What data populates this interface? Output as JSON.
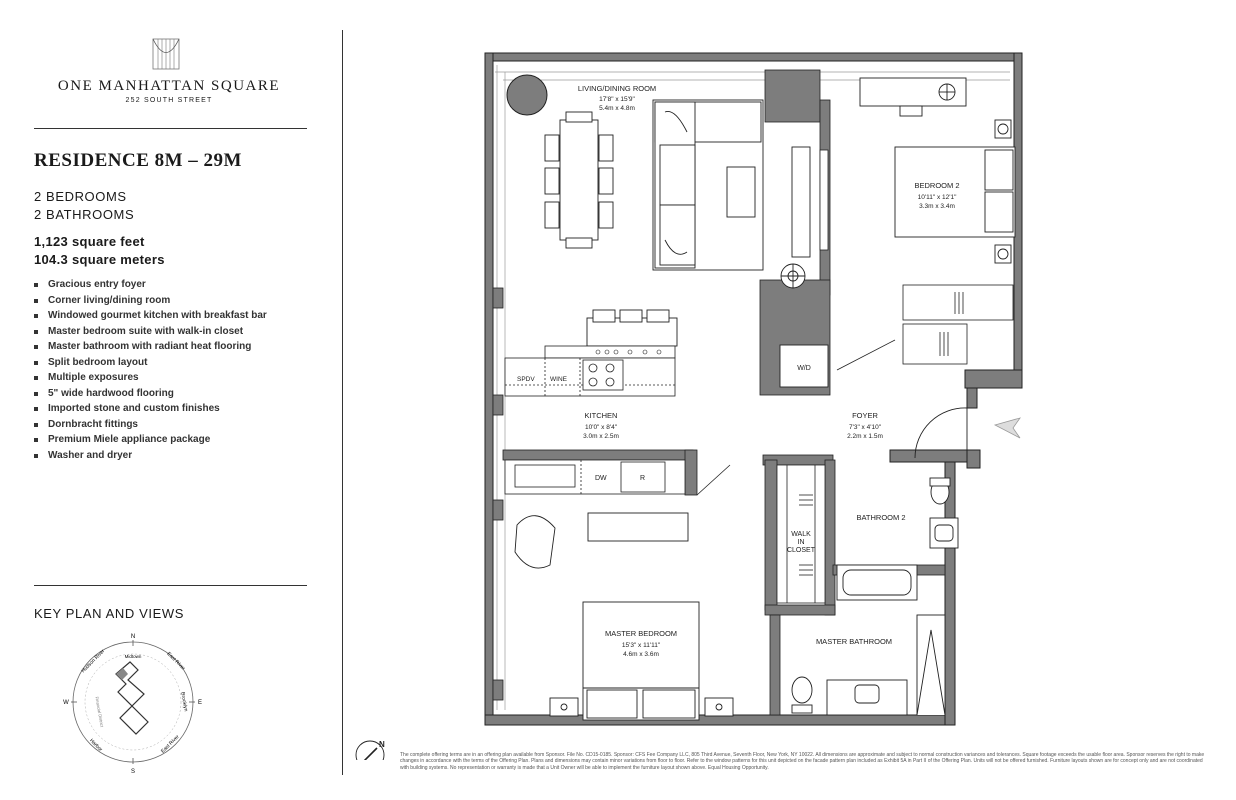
{
  "brand": {
    "name": "ONE MANHATTAN SQUARE",
    "address": "252 SOUTH STREET"
  },
  "residence": {
    "title": "RESIDENCE 8M – 29M",
    "bedrooms": "2 BEDROOMS",
    "bathrooms": "2 BATHROOMS",
    "area_ft": "1,123 square feet",
    "area_m": "104.3 square meters"
  },
  "features": [
    "Gracious entry foyer",
    "Corner living/dining room",
    "Windowed gourmet kitchen with breakfast bar",
    "Master bedroom suite with walk-in closet",
    "Master bathroom with radiant heat flooring",
    "Split bedroom layout",
    "Multiple exposures",
    "5\" wide hardwood flooring",
    "Imported stone and custom finishes",
    "Dornbracht fittings",
    "Premium Miele appliance package",
    "Washer and dryer"
  ],
  "keyplan": {
    "title": "KEY PLAN AND VIEWS",
    "compass": {
      "n": "N",
      "s": "S",
      "e": "E",
      "w": "W"
    },
    "views": {
      "hudson_river": "Hudson River",
      "midtown": "Midtown",
      "east_river_top": "East River",
      "brooklyn": "Brooklyn",
      "east_river_bottom": "East River",
      "harbor": "Harbor",
      "financial_district": "Financial District"
    }
  },
  "rooms": {
    "living": {
      "name": "LIVING/DINING ROOM",
      "dim_ft": "17'8\" x 15'9\"",
      "dim_m": "5.4m x 4.8m"
    },
    "bedroom2": {
      "name": "BEDROOM 2",
      "dim_ft": "10'11\" x 12'1\"",
      "dim_m": "3.3m x 3.4m"
    },
    "kitchen": {
      "name": "KITCHEN",
      "dim_ft": "10'0\" x 8'4\"",
      "dim_m": "3.0m x 2.5m"
    },
    "foyer": {
      "name": "FOYER",
      "dim_ft": "7'3\" x 4'10\"",
      "dim_m": "2.2m x 1.5m"
    },
    "master_bedroom": {
      "name": "MASTER BEDROOM",
      "dim_ft": "15'3\" x 11'11\"",
      "dim_m": "4.6m x 3.6m"
    },
    "bathroom2": {
      "name": "BATHROOM 2"
    },
    "master_bathroom": {
      "name": "MASTER BATHROOM"
    },
    "walk_in_closet": {
      "line1": "WALK",
      "line2": "IN",
      "line3": "CLOSET"
    }
  },
  "appliances": {
    "wd": "W/D",
    "dw": "DW",
    "r": "R",
    "spdv": "SPDV",
    "wine": "WINE"
  },
  "plan_north": "N",
  "disclaimer": "The complete offering terms are in an offering plan available from Sponsor. File No. CD15-0185. Sponsor: CFS Fee Company LLC, 805 Third Avenue, Seventh Floor, New York, NY 10022. All dimensions are approximate and subject to normal construction variances and tolerances. Square footage exceeds the usable floor area. Sponsor reserves the right to make changes in accordance with the terms of the Offering Plan. Plans and dimensions may contain minor variations from floor to floor. Refer to the window patterns for this unit depicted on the facade pattern plan included as Exhibit 5A in Part II of the Offering Plan. Units will not be offered furnished. Furniture layouts shown are for concept only and are not coordinated with building systems. No representation or warranty is made that a Unit Owner will be able to implement the furniture layout shown above. Equal Housing Opportunity.",
  "colors": {
    "wall": "#7d7d7d",
    "line": "#222222",
    "window": "#9a9a9a"
  }
}
